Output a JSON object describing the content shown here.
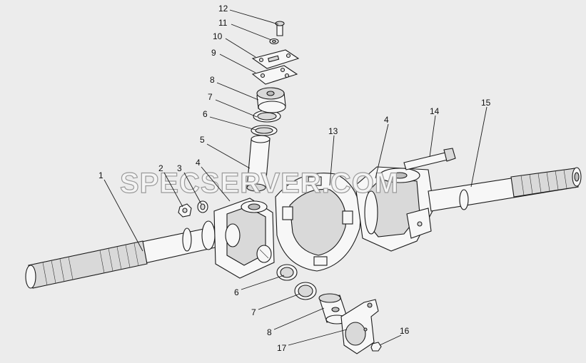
{
  "diagram": {
    "watermark": "SPECSERVER.COM",
    "callouts": [
      {
        "label": "1"
      },
      {
        "label": "2"
      },
      {
        "label": "3"
      },
      {
        "label": "4"
      },
      {
        "label": "5"
      },
      {
        "label": "6"
      },
      {
        "label": "7"
      },
      {
        "label": "8"
      },
      {
        "label": "9"
      },
      {
        "label": "10"
      },
      {
        "label": "11"
      },
      {
        "label": "12"
      },
      {
        "label": "13"
      },
      {
        "label": "4"
      },
      {
        "label": "14"
      },
      {
        "label": "15"
      },
      {
        "label": "6"
      },
      {
        "label": "7"
      },
      {
        "label": "8"
      },
      {
        "label": "17"
      },
      {
        "label": "16"
      }
    ]
  }
}
